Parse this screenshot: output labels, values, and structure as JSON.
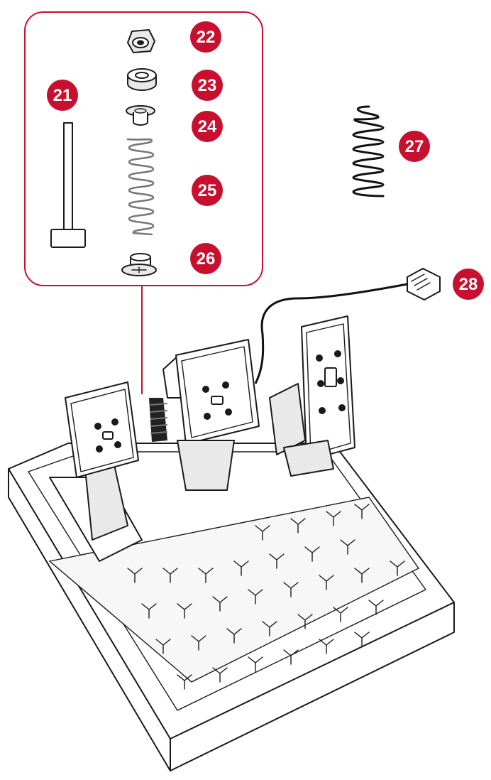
{
  "callouts": [
    {
      "number": "21",
      "part": "rod"
    },
    {
      "number": "22",
      "part": "cap"
    },
    {
      "number": "23",
      "part": "rubber-bushing"
    },
    {
      "number": "24",
      "part": "guide"
    },
    {
      "number": "25",
      "part": "spring-grey"
    },
    {
      "number": "26",
      "part": "base-screw"
    },
    {
      "number": "27",
      "part": "spring-black"
    },
    {
      "number": "28",
      "part": "connector"
    }
  ],
  "colors": {
    "badge": "#c8102e",
    "frame": "#c8102e",
    "line": "#1a1a1a",
    "spring_grey": "#777777"
  }
}
